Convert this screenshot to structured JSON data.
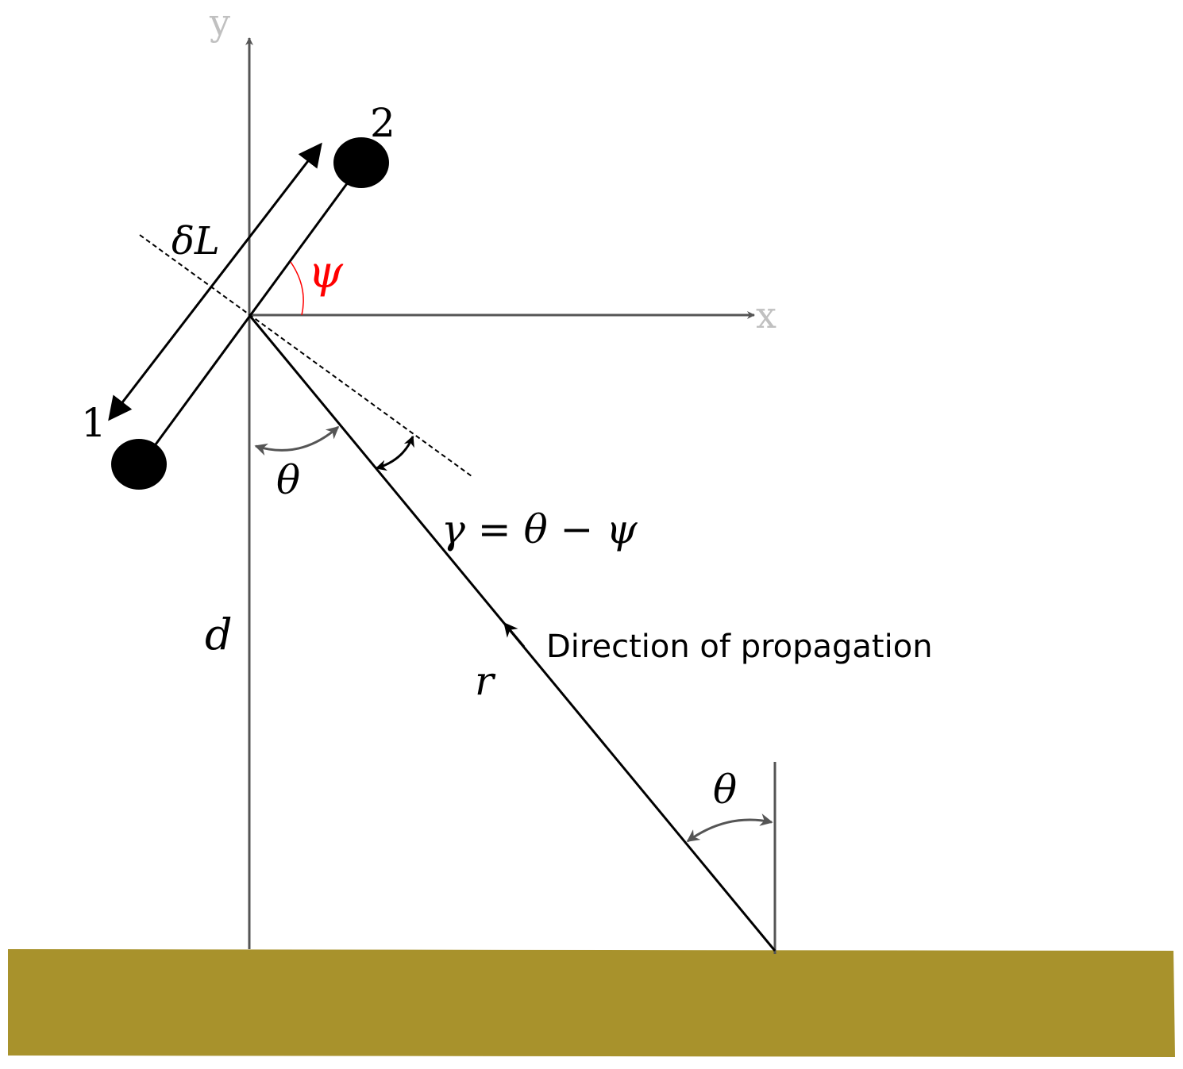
{
  "labels": {
    "y_axis": "y",
    "x_axis": "x",
    "detector_1": "1",
    "detector_2": "2",
    "delta_L": "δL",
    "psi": "ψ",
    "theta_top": "θ",
    "gamma_eq": "γ = θ − ψ",
    "d": "d",
    "r": "r",
    "theta_bottom": "θ",
    "direction": "Direction of propagation"
  },
  "colors": {
    "axis": "#555555",
    "axis_label": "#c0c0c0",
    "line": "#000000",
    "psi": "#ff0000",
    "ground": "#a8922c",
    "angle_arrow": "#555555"
  }
}
